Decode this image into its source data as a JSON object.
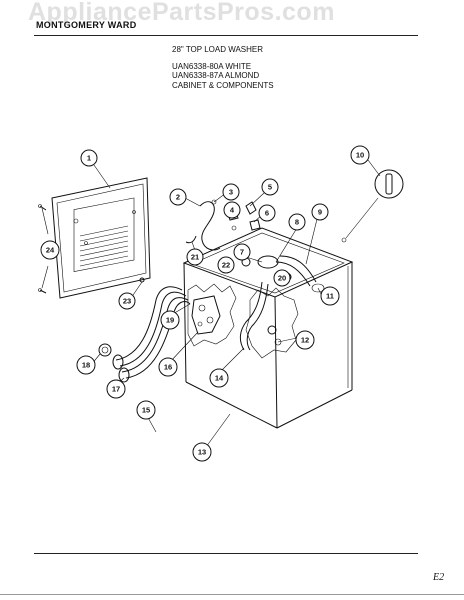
{
  "watermark": "AppliancePartsPros.com",
  "header": {
    "brand": "MONTGOMERY WARD",
    "title": "28\" TOP LOAD WASHER",
    "model_white": "UAN6338-80A WHITE",
    "model_almond": "UAN6338-87A ALMOND",
    "section": "CABINET & COMPONENTS"
  },
  "page_code": "E2",
  "callouts": [
    {
      "id": "callout-1",
      "label": "1"
    },
    {
      "id": "callout-2",
      "label": "2"
    },
    {
      "id": "callout-3",
      "label": "3"
    },
    {
      "id": "callout-4",
      "label": "4"
    },
    {
      "id": "callout-5",
      "label": "5"
    },
    {
      "id": "callout-6",
      "label": "6"
    },
    {
      "id": "callout-7",
      "label": "7"
    },
    {
      "id": "callout-8",
      "label": "8"
    },
    {
      "id": "callout-9",
      "label": "9"
    },
    {
      "id": "callout-10",
      "label": "10"
    },
    {
      "id": "callout-11",
      "label": "11"
    },
    {
      "id": "callout-12",
      "label": "12"
    },
    {
      "id": "callout-13",
      "label": "13"
    },
    {
      "id": "callout-14",
      "label": "14"
    },
    {
      "id": "callout-15",
      "label": "15"
    },
    {
      "id": "callout-16",
      "label": "16"
    },
    {
      "id": "callout-17",
      "label": "17"
    },
    {
      "id": "callout-18",
      "label": "18"
    },
    {
      "id": "callout-19",
      "label": "19"
    },
    {
      "id": "callout-20",
      "label": "20"
    },
    {
      "id": "callout-21",
      "label": "21"
    },
    {
      "id": "callout-22",
      "label": "22"
    },
    {
      "id": "callout-23",
      "label": "23"
    },
    {
      "id": "callout-24",
      "label": "24"
    }
  ]
}
